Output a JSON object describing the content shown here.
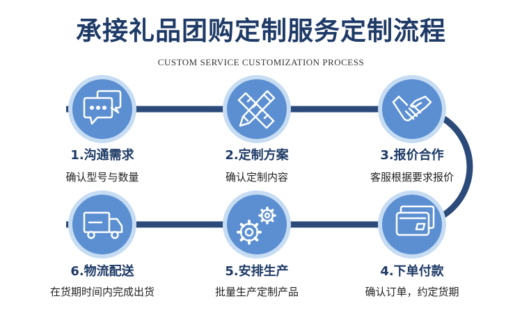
{
  "title": "承接礼品团购定制服务定制流程",
  "subtitle": "CUSTOM SERVICE CUSTOMIZATION PROCESS",
  "colors": {
    "navy": "#2b4a7a",
    "circle_fill": "#5b8fd1",
    "circle_ring": "#c6dcf3"
  },
  "steps": [
    {
      "label": "1.沟通需求",
      "desc": "确认型号与数量",
      "icon": "chat-bubbles-icon"
    },
    {
      "label": "2.定制方案",
      "desc": "确认定制内容",
      "icon": "pencil-ruler-icon"
    },
    {
      "label": "3.报价合作",
      "desc": "客服根据要求报价",
      "icon": "handshake-icon"
    },
    {
      "label": "4.下单付款",
      "desc": "确认订单，约定货期",
      "icon": "credit-card-icon"
    },
    {
      "label": "5.安排生产",
      "desc": "批量生产定制产品",
      "icon": "gears-icon"
    },
    {
      "label": "6.物流配送",
      "desc": "在货期时间内完成出货",
      "icon": "truck-icon"
    }
  ]
}
